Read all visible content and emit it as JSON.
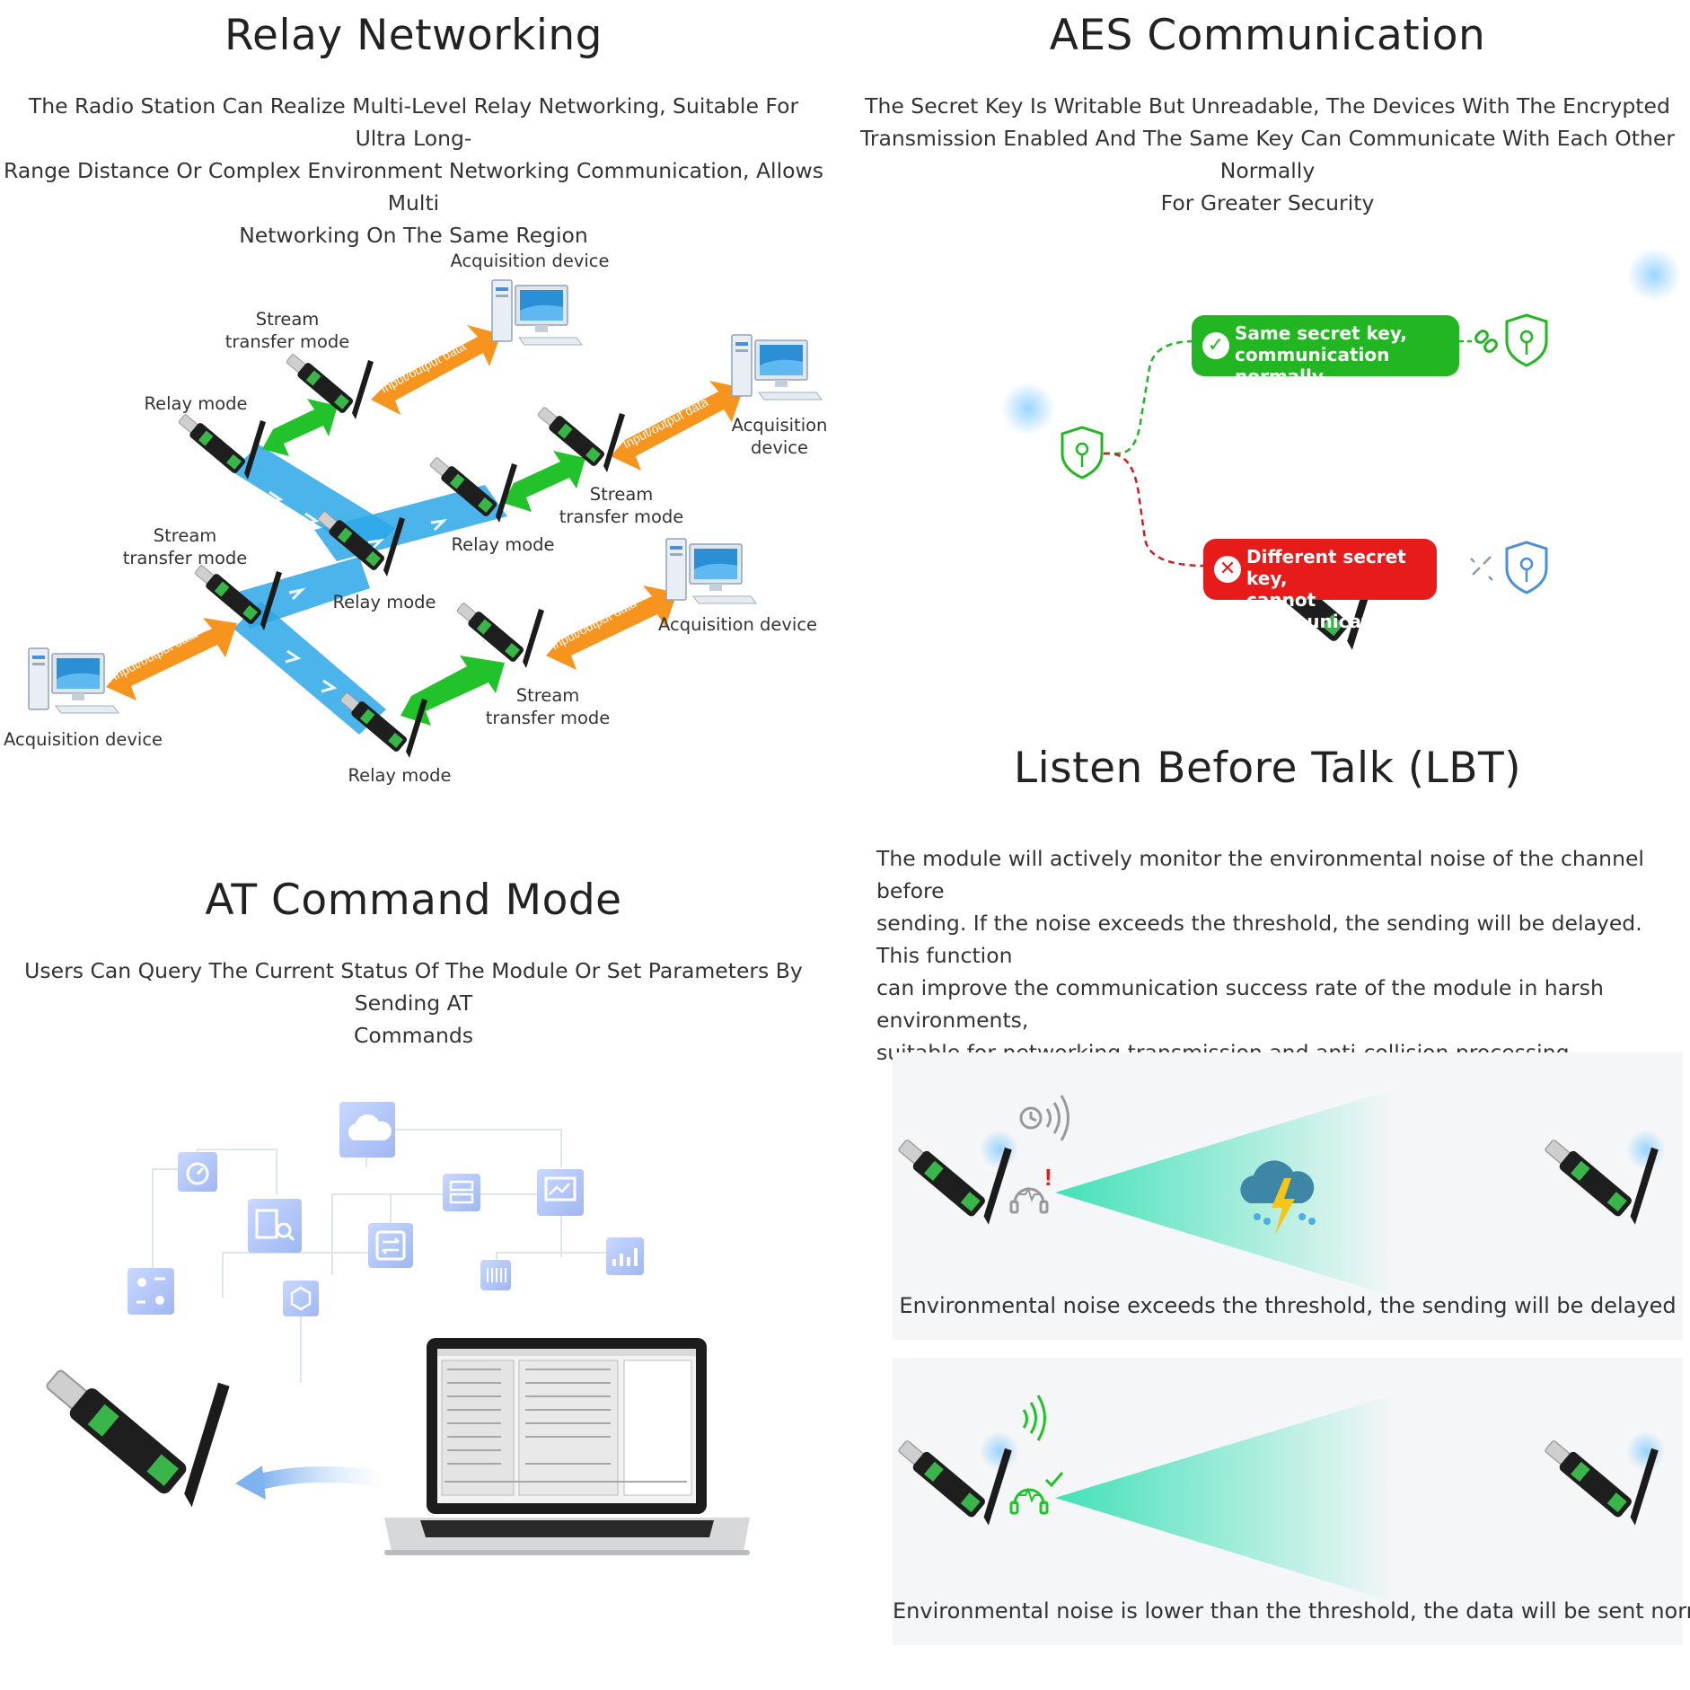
{
  "relay": {
    "title": "Relay Networking",
    "description_lines": [
      "The Radio Station Can Realize Multi-Level Relay Networking, Suitable For Ultra Long-",
      "Range Distance Or Complex Environment Networking Communication, Allows Multi",
      "Networking On The Same Region"
    ],
    "labels": {
      "acq_top": "Acquisition device",
      "acq_right_1": "Acquisition",
      "acq_right_2": "device",
      "acq_mid_right": "Acquisition device",
      "acq_left": "Acquisition device",
      "stream_a_1": "Stream",
      "stream_a_2": "transfer mode",
      "stream_b_1": "Stream",
      "stream_b_2": "transfer mode",
      "stream_c_1": "Stream",
      "stream_c_2": "transfer mode",
      "stream_d_1": "Stream",
      "stream_d_2": "transfer mode",
      "relay_a": "Relay mode",
      "relay_b": "Relay mode",
      "relay_c": "Relay mode",
      "relay_d": "Relay mode",
      "io_data": "Input/output data"
    }
  },
  "aes": {
    "title": "AES Communication",
    "description_lines": [
      "The Secret Key Is Writable But Unreadable, The Devices With The Encrypted",
      "Transmission Enabled And The Same Key Can Communicate With Each Other Normally",
      "For Greater Security"
    ],
    "same_key_1": "Same secret key,",
    "same_key_2": "communication normally",
    "diff_key_1": "Different secret key,",
    "diff_key_2": "cannot communicate",
    "same_color": "#22b722",
    "diff_color": "#e81b1b"
  },
  "lbt": {
    "title": "Listen Before Talk (LBT)",
    "description_lines": [
      "The module will actively monitor the environmental noise of the channel before",
      "sending. If the noise exceeds the threshold, the sending will be delayed. This function",
      "can improve the communication success rate of the module in harsh environments,",
      "suitable for networking transmission and anti-collision processing"
    ],
    "caption_delayed": "Environmental noise exceeds the threshold, the sending will be delayed",
    "caption_normal": "Environmental noise is lower than the threshold, the data will be sent normally"
  },
  "at": {
    "title": "AT Command Mode",
    "description_lines": [
      "Users Can Query The Current Status Of The Module Or Set Parameters By Sending AT",
      "Commands"
    ]
  },
  "icons": [
    "cloud-icon",
    "dashboard-icon",
    "search-document-icon",
    "server-icon",
    "monitor-settings-icon",
    "exchange-icon",
    "keyboard-icon",
    "chart-icon",
    "users-exchange-icon",
    "hexagon-icon",
    "clock-icon",
    "signal-waves-icon",
    "storm-cloud-icon",
    "shield-key-icon",
    "link-icon",
    "broken-link-icon",
    "check-icon",
    "cross-icon"
  ],
  "colors": {
    "orange": "#f7941d",
    "green": "#22c22a",
    "blue_beam": "#2ca7e8",
    "teal_beam": "#38e0b5"
  }
}
